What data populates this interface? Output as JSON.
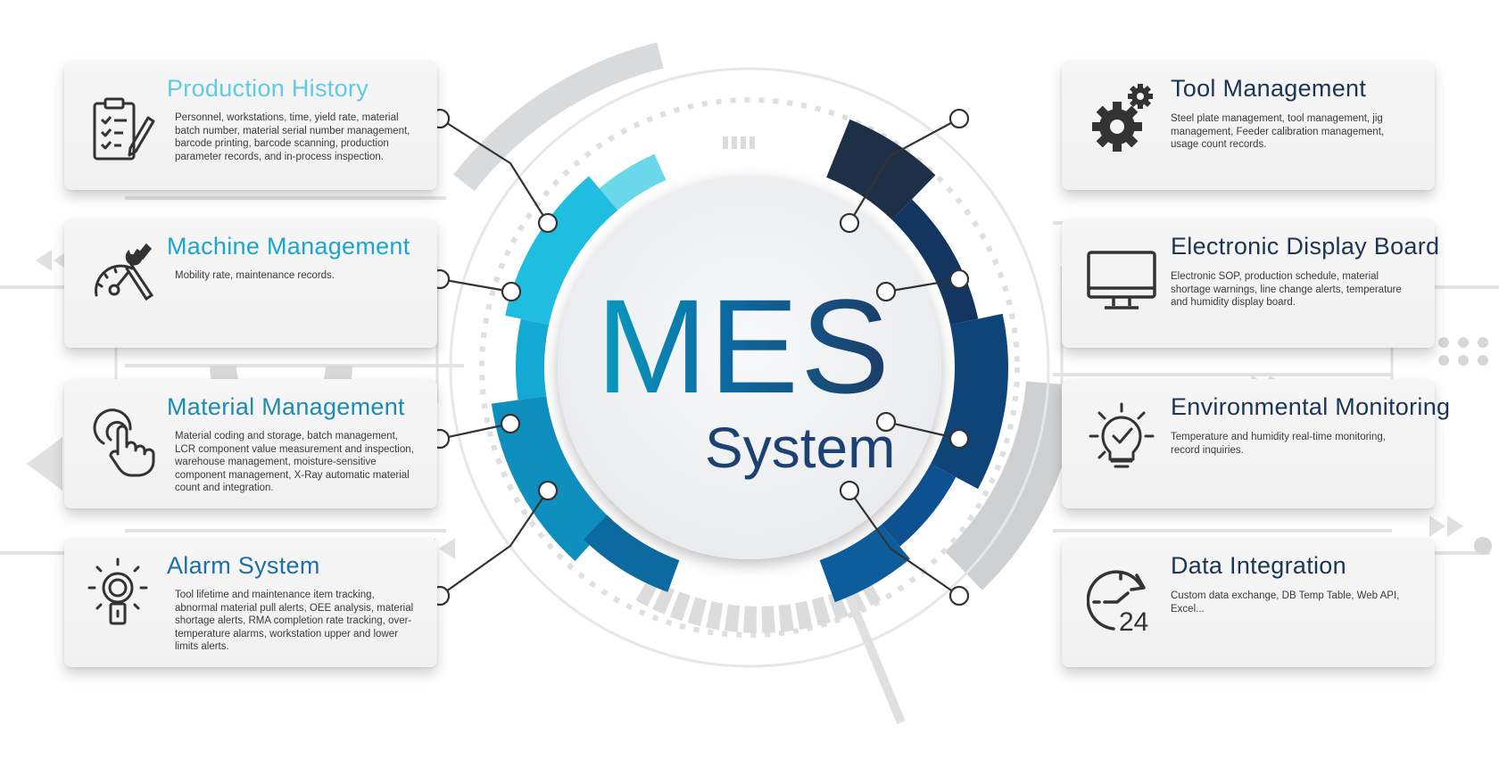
{
  "hub": {
    "title": "MES",
    "subtitle": "System"
  },
  "modules_left": [
    {
      "title": "Production History",
      "icon": "clipboard-pen-icon",
      "description": "Personnel, workstations, time, yield rate, material batch number, material serial number management, barcode printing, barcode scanning, production parameter records, and in-process inspection.",
      "title_color": "#5fcbe3"
    },
    {
      "title": "Machine Management",
      "icon": "gauge-wrench-icon",
      "description": "Mobility rate, maintenance records.",
      "title_color": "#1aa6cf"
    },
    {
      "title": "Material Management",
      "icon": "touch-hand-icon",
      "description": "Material coding and storage, batch management, LCR component value measurement and inspection, warehouse management, moisture-sensitive component management, X-Ray automatic material count and integration.",
      "title_color": "#1c8bb4"
    },
    {
      "title": "Alarm System",
      "icon": "alarm-beacon-icon",
      "description": "Tool lifetime and maintenance item tracking, abnormal material pull alerts, OEE analysis, material shortage alerts, RMA completion rate tracking, over-temperature alarms, workstation upper and lower limits alerts.",
      "title_color": "#1c6fa8"
    }
  ],
  "modules_right": [
    {
      "title": "Tool Management",
      "icon": "gears-icon",
      "description": "Steel plate management, tool management, jig management, Feeder calibration management, usage count records."
    },
    {
      "title": "Electronic Display Board",
      "icon": "monitor-icon",
      "description": "Electronic SOP, production schedule, material shortage warnings, line change alerts, temperature and humidity display board."
    },
    {
      "title": "Environmental Monitoring",
      "icon": "lightbulb-check-icon",
      "description": "Temperature and humidity real-time monitoring, record inquiries."
    },
    {
      "title": "Data Integration",
      "icon": "clock-24-icon",
      "description": "Custom data exchange, DB Temp Table, Web API, Excel..."
    }
  ],
  "colors": {
    "ring_left": [
      "#6ad8ea",
      "#1fbde0",
      "#14a9d3",
      "#0f8fbe",
      "#0c6aa0"
    ],
    "ring_right": [
      "#1e2f48",
      "#12365f",
      "#0e4478",
      "#0d5190",
      "#0d5d9c"
    ],
    "node_line": "#333333"
  }
}
